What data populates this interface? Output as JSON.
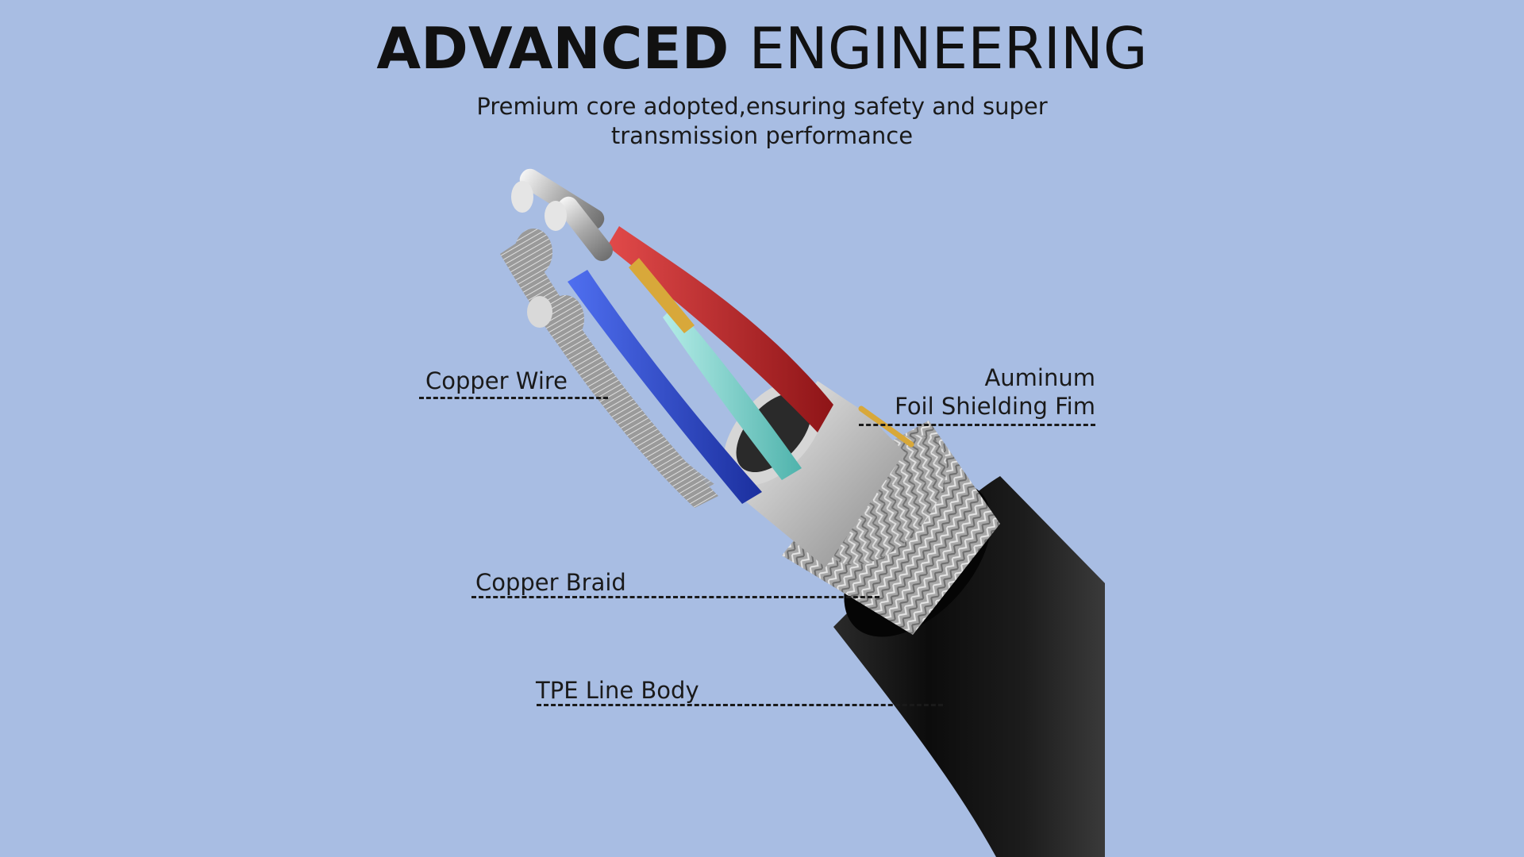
{
  "header": {
    "title_bold": "ADVANCED",
    "title_light": "ENGINEERING",
    "subtitle_line1": "Premium core adopted,ensuring safety and super",
    "subtitle_line2": "transmission performance"
  },
  "callouts": {
    "copper_wire": "Copper Wire",
    "foil_line1": "Auminum",
    "foil_line2": "Foil Shielding Fim",
    "copper_braid": "Copper Braid",
    "tpe_body": "TPE Line Body"
  },
  "colors": {
    "background": "#a8bde3",
    "wire_red": "#c8262b",
    "wire_blue": "#2d4fd6",
    "wire_teal": "#7fd3cf",
    "wire_gold": "#d8a83a",
    "jacket_black": "#111111",
    "foil_silver": "#c9c9c9"
  },
  "icons": {
    "illustration": "usb-cable-cross-section-illustration"
  }
}
